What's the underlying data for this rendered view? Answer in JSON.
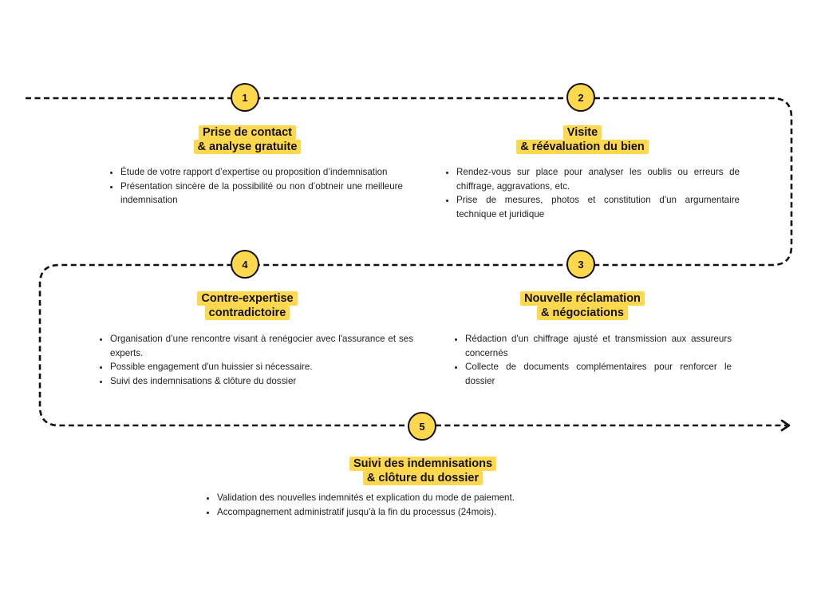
{
  "colors": {
    "accent": "#FFD84D",
    "line": "#111111",
    "text": "#222222"
  },
  "steps": [
    {
      "number": "1",
      "title_line1": "Prise de contact",
      "title_line2": "& analyse gratuite",
      "bullets": [
        "Étude de votre rapport d’expertise ou proposition d’indemnisation",
        "Présentation sincère de la possibilité ou non d’obtneir une meilleure indemnisation"
      ]
    },
    {
      "number": "2",
      "title_line1": "Visite",
      "title_line2": "& réévaluation du bien",
      "bullets": [
        "Rendez-vous sur place pour analyser les oublis ou erreurs de chiffrage, aggravations, etc.",
        "Prise de mesures, photos et constitution d'un argumentaire technique et juridique"
      ]
    },
    {
      "number": "3",
      "title_line1": "Nouvelle réclamation",
      "title_line2": "& négociations",
      "bullets": [
        "Rédaction d'un chiffrage ajusté et transmission aux assureurs concernés",
        "Collecte de documents complémentaires pour renforcer le dossier"
      ]
    },
    {
      "number": "4",
      "title_line1": "Contre-expertise",
      "title_line2": "contradictoire",
      "bullets": [
        "Organisation d’une rencontre visant à renégocier avec l'assurance et ses experts.",
        "Possible engagement d'un huissier si nécessaire.",
        "Suivi des indemnisations & clôture du dossier"
      ]
    },
    {
      "number": "5",
      "title_line1": "Suivi des indemnisations",
      "title_line2": "& clôture du dossier",
      "bullets": [
        "Validation des nouvelles indemnités et explication du mode de paiement.",
        "Accompagnement administratif jusqu'à la fin du processus (24mois)."
      ]
    }
  ]
}
